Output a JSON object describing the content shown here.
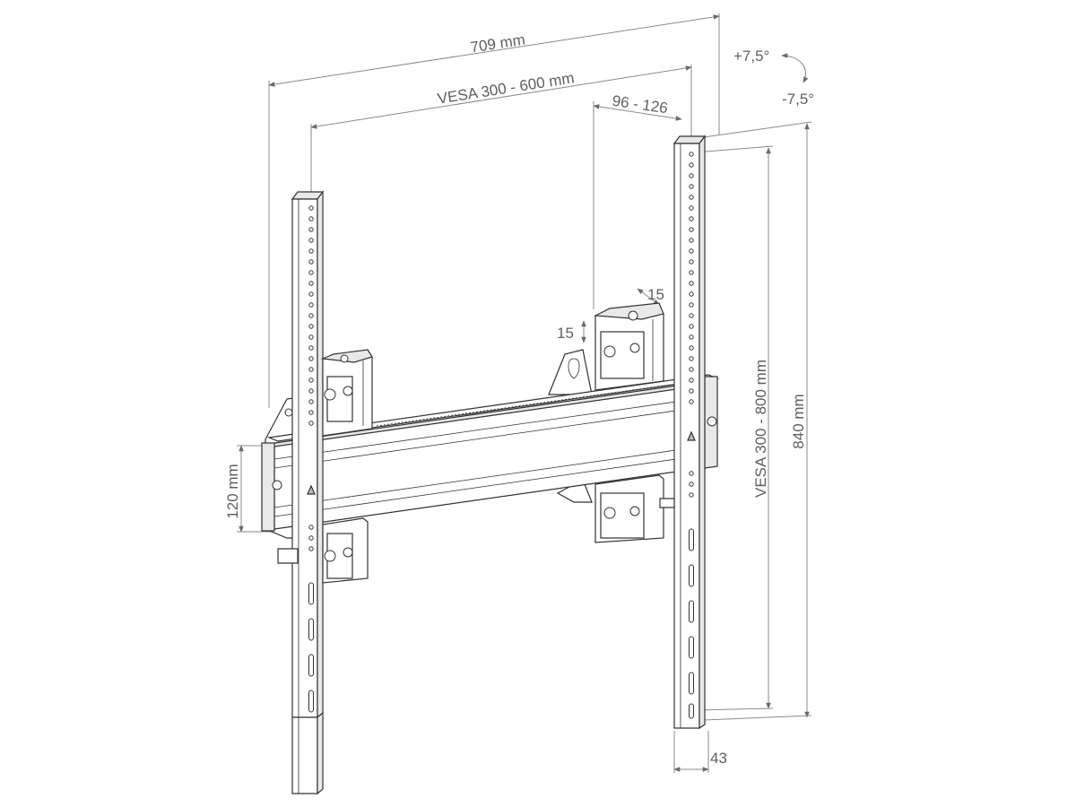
{
  "dimensions": {
    "overall_width": "709 mm",
    "vesa_horizontal": "VESA 300 - 600 mm",
    "bracket_spacing": "96 - 126",
    "tilt_up": "+7,5°",
    "tilt_down": "-7,5°",
    "bracket_offset_h": "15",
    "bracket_offset_v": "15",
    "rail_height": "120 mm",
    "vesa_vertical": "VESA 300 - 800 mm",
    "overall_height": "840 mm",
    "depth": "43"
  },
  "icons": {
    "tilt": "curved-arrow-icon",
    "level_indicator": "triangle-arrow-icon"
  }
}
